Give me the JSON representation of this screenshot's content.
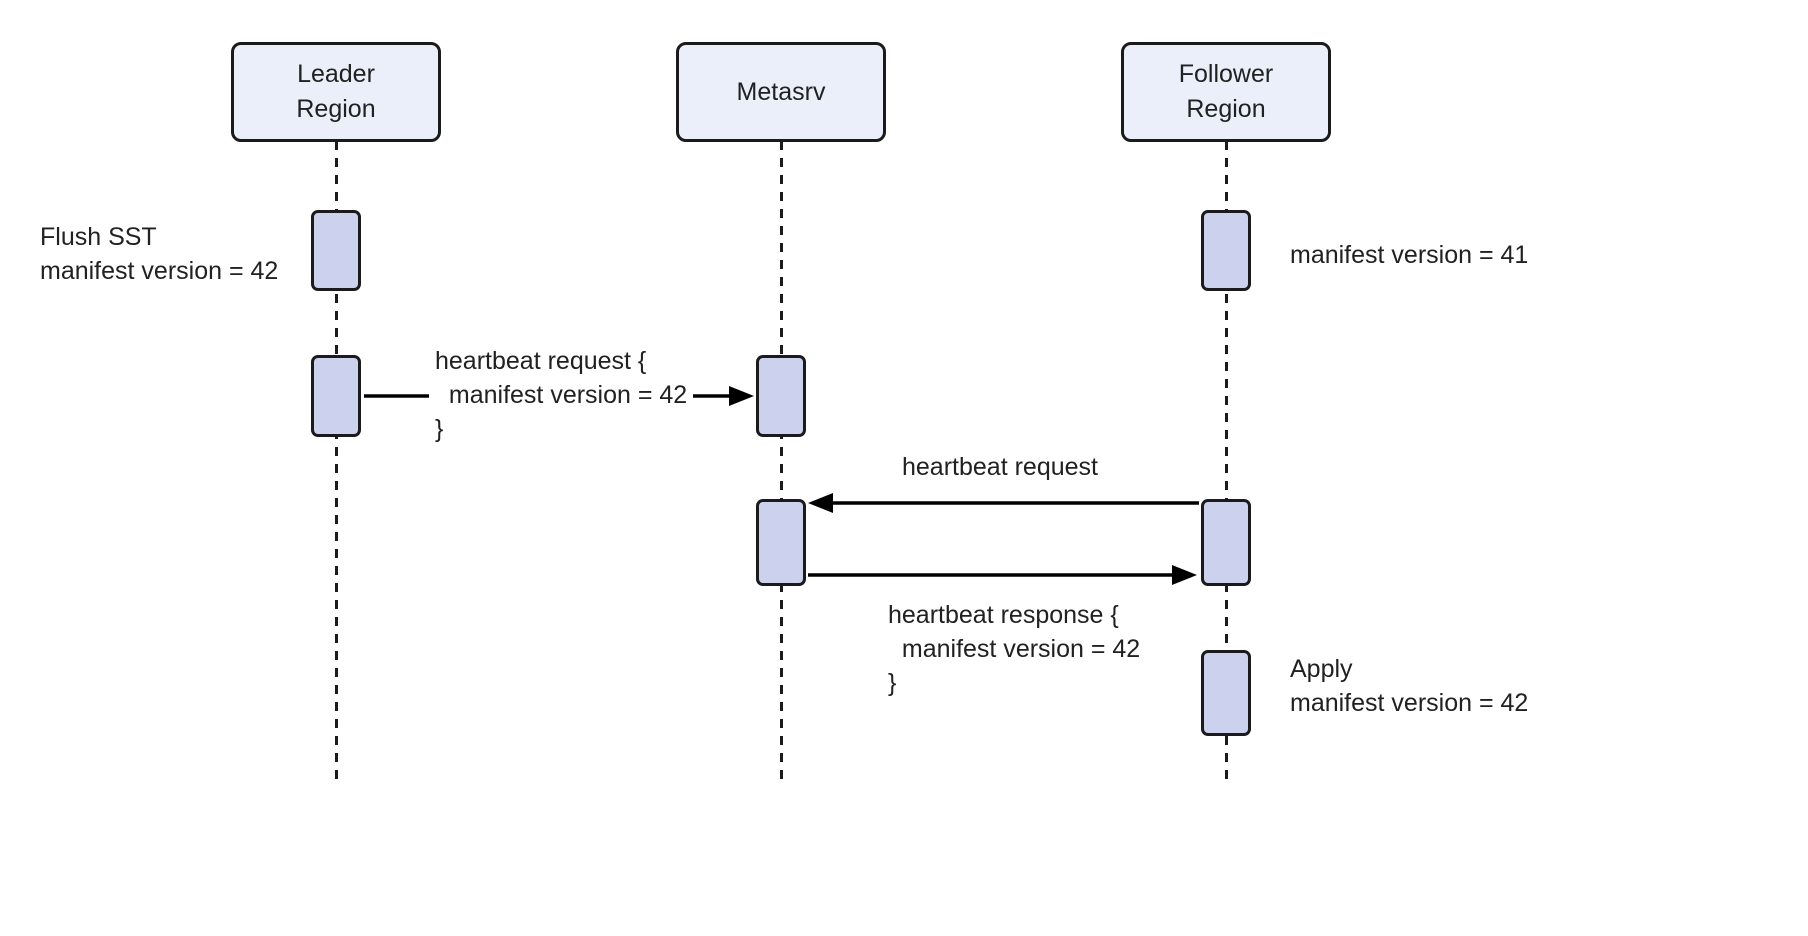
{
  "diagram": {
    "participants": [
      {
        "label": "Leader\nRegion"
      },
      {
        "label": "Metasrv"
      },
      {
        "label": "Follower\nRegion"
      }
    ],
    "messages": [
      {
        "label": "heartbeat request {\n  manifest version = 42\n}"
      },
      {
        "label": "heartbeat request"
      },
      {
        "label": "heartbeat response {\n  manifest version = 42\n}"
      }
    ],
    "notes": [
      {
        "label": "Flush SST\nmanifest version = 42"
      },
      {
        "label": "manifest version = 41"
      },
      {
        "label": "Apply\nmanifest version = 42"
      }
    ],
    "colors": {
      "participant_fill": "#EAEFFA",
      "activation_fill": "#CCD1EE",
      "border": "#1b1b1b",
      "arrow": "#000000"
    }
  }
}
